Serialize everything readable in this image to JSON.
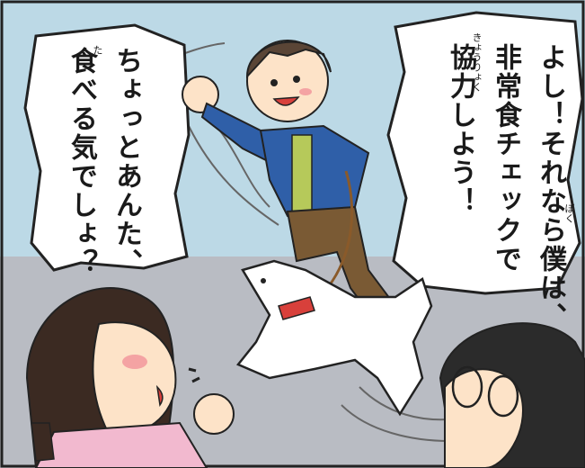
{
  "bubbles": {
    "right": {
      "lines": [
        "よし！それなら僕は、",
        "非常食チェックで",
        "協力しよう！"
      ],
      "ruby": {
        "boku": "ぼく",
        "kyouryoku": "きょうりょく"
      }
    },
    "left": {
      "lines": [
        "ちょっとあんた、",
        "食べる気でしょ？"
      ],
      "ruby": {
        "ta": "た"
      }
    }
  },
  "colors": {
    "sky": "#bcd9e6",
    "ground": "#b9bcc3",
    "boy_jacket": "#2f5fa8",
    "boy_pants": "#7a5a34",
    "girl_hair": "#3b2a22",
    "girl_shirt": "#f2b9cf",
    "skin": "#fde3c8",
    "dog": "#ffffff",
    "collar": "#d8403b",
    "leash": "#8a5a2a"
  }
}
